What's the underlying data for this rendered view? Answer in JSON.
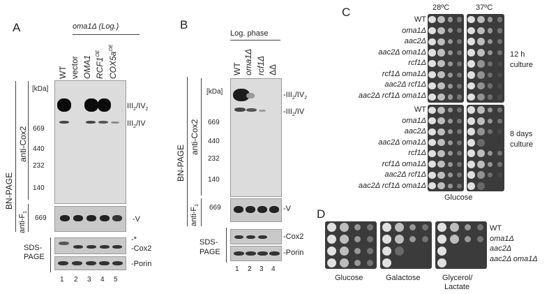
{
  "panelA": {
    "letter": "A",
    "header": "oma1Δ (Log.)",
    "lanes": [
      "WT",
      "vector",
      "OMA1",
      "RCF1",
      "COX5a"
    ],
    "lane_superscripts": [
      "",
      "",
      "",
      "OE",
      "OE"
    ],
    "lane_numbers": [
      "1",
      "2",
      "3",
      "4",
      "5"
    ],
    "kda": "[kDa]",
    "markers": [
      "669",
      "440",
      "232",
      "140"
    ],
    "bnpage_label": "BN-PAGE",
    "anticox2_label": "anti-Cox2",
    "antif1_label": "anti-F",
    "antif1_sub": "1",
    "antif1_marker": "669",
    "sds_label_1": "SDS-",
    "sds_label_2": "PAGE",
    "band_labels": {
      "iii2iv2": "III",
      "iii2iv2_sub1": "2",
      "iii2iv2_mid": "/IV",
      "iii2iv2_sub2": "2",
      "iii2iv": "III",
      "iii2iv_sub": "2",
      "iii2iv_tail": "/IV",
      "v": "V",
      "star": "*",
      "cox2": "Cox2",
      "porin": "Porin"
    }
  },
  "panelB": {
    "letter": "B",
    "header": "Log. phase",
    "lanes": [
      "WT",
      "oma1Δ",
      "rcf1Δ",
      "ΔΔ"
    ],
    "lane_numbers": [
      "1",
      "2",
      "3",
      "4"
    ],
    "kda": "[kDa]",
    "markers": [
      "669",
      "440",
      "232",
      "140"
    ],
    "bnpage_label": "BN-PAGE",
    "anticox2_label": "anti-Cox2",
    "antif1_label": "anti-F",
    "antif1_sub": "1",
    "antif1_marker": "669",
    "sds_label_1": "SDS-",
    "sds_label_2": "PAGE",
    "band_labels": {
      "iii2iv2": "III",
      "iii2iv2_sub1": "2",
      "iii2iv2_mid": "/IV",
      "iii2iv2_sub2": "2",
      "iii2iv": "III",
      "iii2iv_sub": "2",
      "iii2iv_tail": "/IV",
      "v": "V",
      "cox2": "Cox2",
      "porin": "Porin"
    }
  },
  "panelC": {
    "letter": "C",
    "temps": [
      "28ºC",
      "37ºC"
    ],
    "strains": [
      "WT",
      "oma1Δ",
      "aac2Δ",
      "aac2Δ oma1Δ",
      "rcf1Δ",
      "rcf1Δ oma1Δ",
      "aac2Δ rcf1Δ",
      "aac2Δ rcf1Δ oma1Δ"
    ],
    "culture_top_1": "12 h",
    "culture_top_2": "culture",
    "culture_bottom_1": "8 days",
    "culture_bottom_2": "culture",
    "medium": "Glucose"
  },
  "panelD": {
    "letter": "D",
    "strains": [
      "WT",
      "oma1Δ",
      "aac2Δ",
      "aac2Δ oma1Δ"
    ],
    "media": [
      "Glucose",
      "Galactose",
      "Glycerol/",
      "Lactate"
    ]
  }
}
